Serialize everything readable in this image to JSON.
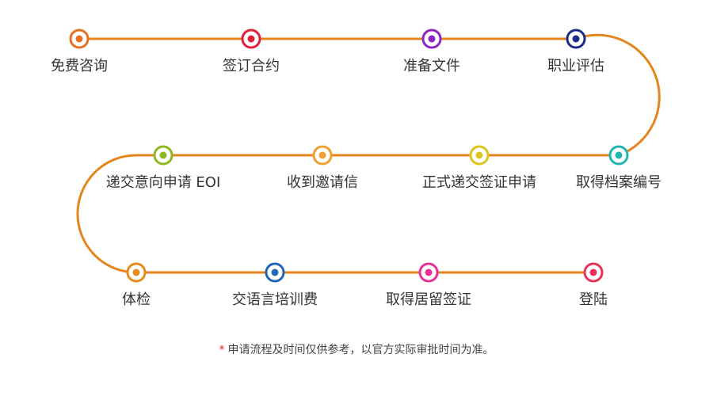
{
  "path_color": "#e5851e",
  "steps": [
    {
      "label": "免费咨询",
      "color": "#e8711f"
    },
    {
      "label": "签订合约",
      "color": "#e1203c"
    },
    {
      "label": "准备文件",
      "color": "#8b25c6"
    },
    {
      "label": "职业评估",
      "color": "#1f2c86"
    },
    {
      "label": "取得档案编号",
      "color": "#22b5b3"
    },
    {
      "label": "正式递交签证申请",
      "color": "#dcc51e"
    },
    {
      "label": "收到邀请信",
      "color": "#f0a030"
    },
    {
      "label": "递交意向申请 EOI",
      "color": "#8eb81f"
    },
    {
      "label": "体检",
      "color": "#e8891e"
    },
    {
      "label": "交语言培训费",
      "color": "#1f68b5"
    },
    {
      "label": "取得居留签证",
      "color": "#e7309a"
    },
    {
      "label": "登陆",
      "color": "#e8325a"
    }
  ],
  "footnote": {
    "mark": "*",
    "text": "申请流程及时间仅供参考，以官方实际审批时间为准。"
  }
}
